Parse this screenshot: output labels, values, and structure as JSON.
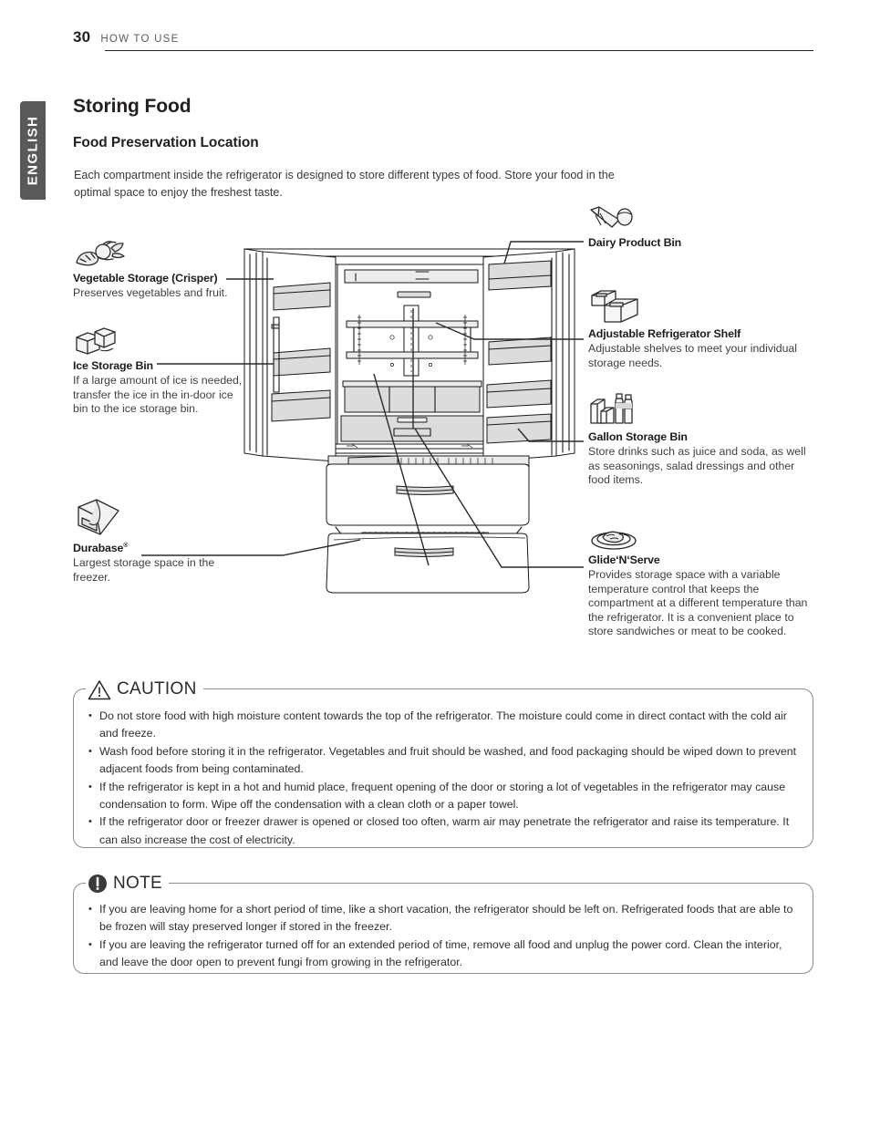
{
  "language_tab": {
    "label": "ENGLISH"
  },
  "header": {
    "page_number": "30",
    "section": "HOW TO USE"
  },
  "titles": {
    "h1": "Storing Food",
    "h2": "Food Preservation Location"
  },
  "intro": "Each compartment inside the refrigerator is designed to store different types of food. Store your food in the optimal space to enjoy the freshest taste.",
  "callouts": {
    "vegetable": {
      "icon": "vegetables-icon",
      "title": "Vegetable Storage (Crisper)",
      "desc": "Preserves vegetables and fruit."
    },
    "ice": {
      "icon": "ice-cubes-icon",
      "title": "Ice Storage Bin",
      "desc": "If a large amount of ice is needed, transfer the ice in the in-door ice bin to the ice storage bin."
    },
    "durabase": {
      "icon": "durabase-icon",
      "title": "Durabase",
      "title_sup": "®",
      "desc": "Largest storage space in the freezer."
    },
    "dairy": {
      "icon": "dairy-icon",
      "title": "Dairy Product Bin",
      "desc": ""
    },
    "shelf": {
      "icon": "shelf-boxes-icon",
      "title": "Adjustable Refrigerator Shelf",
      "desc": "Adjustable shelves to meet your individual storage needs."
    },
    "gallon": {
      "icon": "bottles-cartons-icon",
      "title": "Gallon Storage Bin",
      "desc": "Store drinks such as juice and soda, as well as seasonings, salad dressings and other food items."
    },
    "glide": {
      "icon": "meat-plate-icon",
      "title": "Glide‘N‘Serve",
      "desc": "Provides storage space with a variable temperature control that keeps the compartment at a different temperature than the refrigerator. It is a convenient place to store sandwiches or meat to be cooked."
    }
  },
  "caution": {
    "icon": "warning-triangle-icon",
    "label": "CAUTION",
    "items": [
      "Do not store food with high moisture content towards the top of the refrigerator. The moisture could come in direct contact with the cold air and freeze.",
      "Wash food before storing it in the refrigerator. Vegetables and fruit should be washed, and food packaging should be wiped down to prevent adjacent foods from being contaminated.",
      "If the refrigerator is kept in a hot and humid place, frequent opening of the door or storing a lot of vegetables in the refrigerator may cause condensation to form. Wipe off the condensation with a clean cloth or a paper towel.",
      "If the refrigerator door or freezer drawer is opened or closed too often, warm air may penetrate the refrigerator and raise its temperature. It can also increase the cost of electricity."
    ]
  },
  "note": {
    "icon": "note-exclamation-icon",
    "label": "NOTE",
    "items": [
      "If you are leaving home for a short period of time, like a short vacation, the refrigerator should be left on. Refrigerated foods that are able to be frozen will stay preserved longer if stored in the freezer.",
      "If you are leaving the refrigerator turned off for an extended period of time, remove all food and unplug the power cord. Clean the interior, and leave the door open to prevent fungi from growing in the refrigerator."
    ]
  },
  "colors": {
    "ink": "#231f20",
    "body": "#3a3a3a",
    "tab_bg": "#595959",
    "box_border": "#8c8c8c",
    "diagram_line": "#1a1a1a",
    "diagram_fill": "#d9d9d9"
  }
}
